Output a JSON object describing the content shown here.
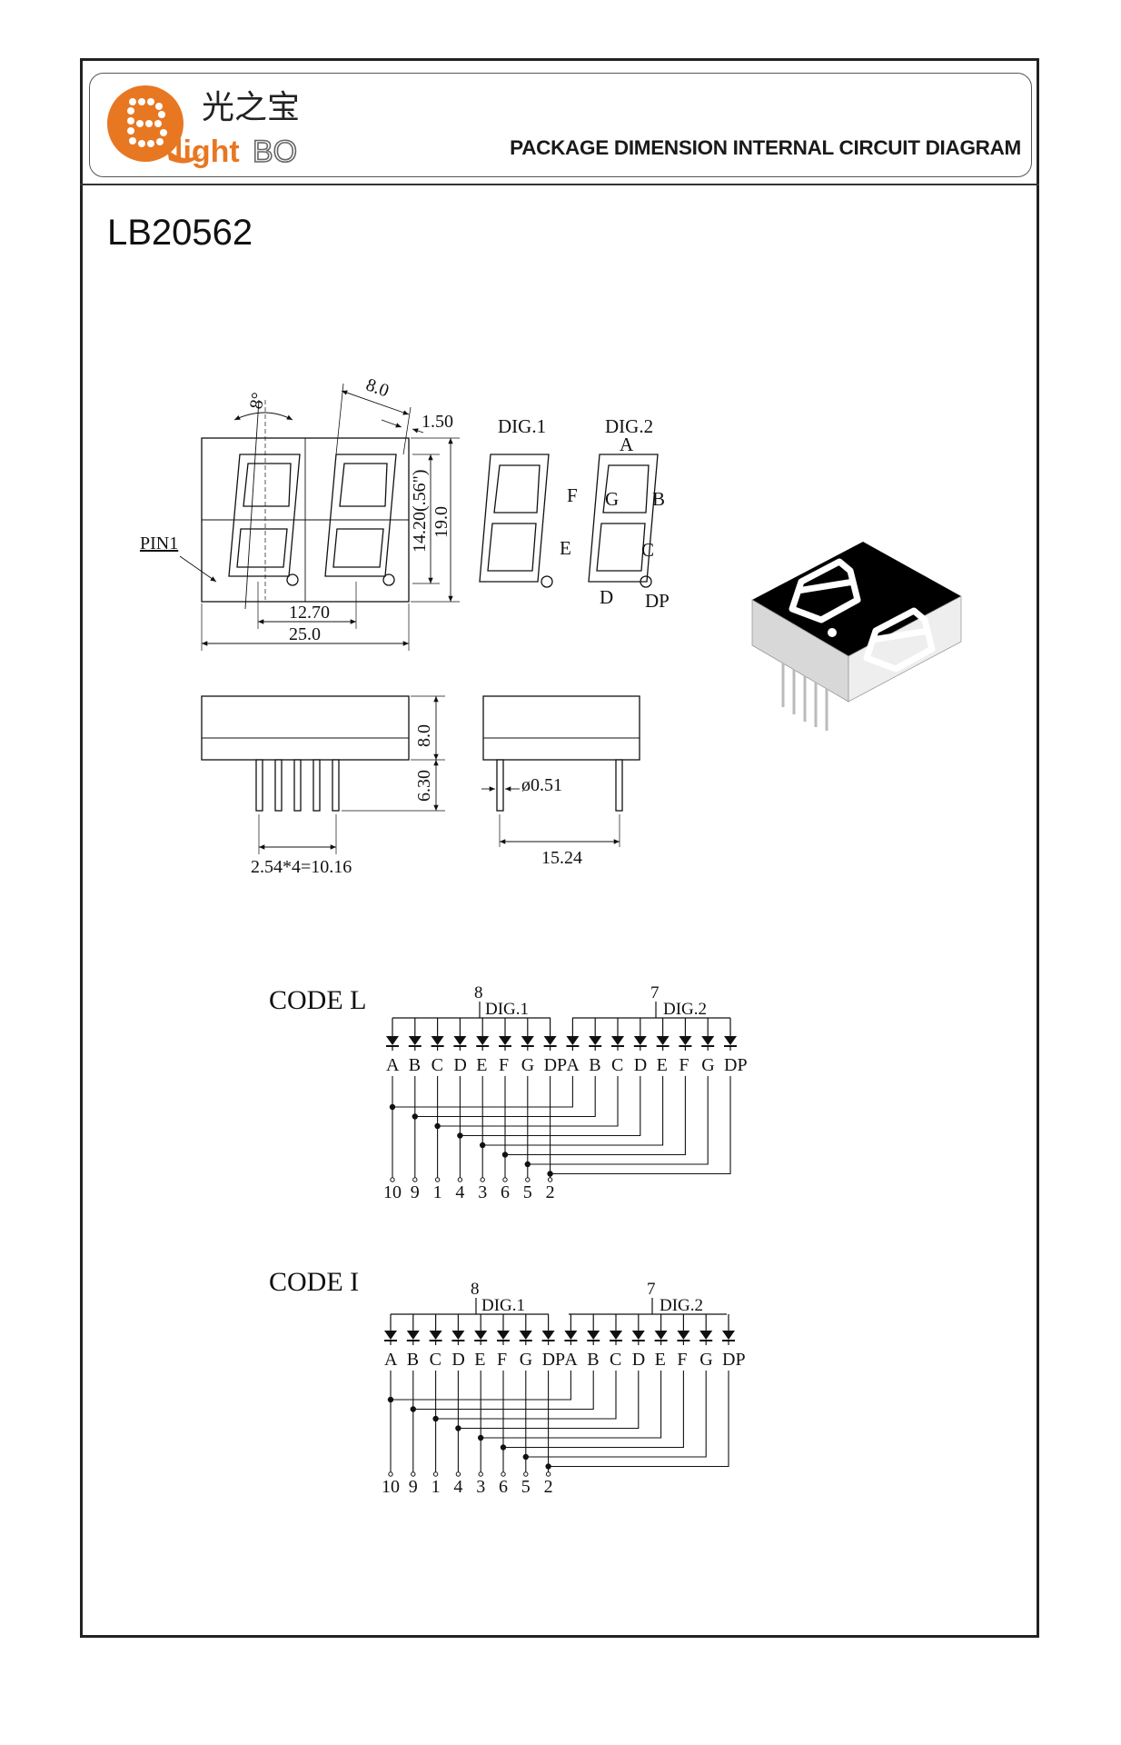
{
  "header": {
    "logo_cn": "光之宝",
    "logo_brand_a": "light",
    "logo_brand_b": "BO",
    "title": "PACKAGE DIMENSION INTERNAL CIRCUIT DIAGRAM"
  },
  "part_number": "LB20562",
  "front_view": {
    "angle": "8°",
    "seg_width": "8.0",
    "dot_gap": "1.50",
    "digit_height": "14.20(.56\")",
    "body_height": "19.0",
    "digit_pitch": "12.70",
    "body_width": "25.0",
    "pin1": "PIN1"
  },
  "segment_map": {
    "dig1": "DIG.1",
    "dig2": "DIG.2",
    "seg_a": "A",
    "seg_b": "B",
    "seg_c": "C",
    "seg_d": "D",
    "seg_e": "E",
    "seg_f": "F",
    "seg_g": "G",
    "seg_dp": "DP"
  },
  "side_views": {
    "body_depth": "8.0",
    "pin_length": "6.30",
    "pin_pitch": "2.54*4=10.16",
    "pin_diameter": "ø0.51",
    "row_spacing": "15.24"
  },
  "circuits": [
    {
      "name": "CODE L",
      "dig1_label": "DIG.1",
      "dig2_label": "DIG.2",
      "dig1_pin": "8",
      "dig2_pin": "7",
      "segment_labels": [
        "A",
        "B",
        "C",
        "D",
        "E",
        "F",
        "G",
        "DP",
        "A",
        "B",
        "C",
        "D",
        "E",
        "F",
        "G",
        "DP"
      ],
      "pins": [
        "10",
        "9",
        "1",
        "4",
        "3",
        "6",
        "5",
        "2"
      ]
    },
    {
      "name": "CODE I",
      "dig1_label": "DIG.1",
      "dig2_label": "DIG.2",
      "dig1_pin": "8",
      "dig2_pin": "7",
      "segment_labels": [
        "A",
        "B",
        "C",
        "D",
        "E",
        "F",
        "G",
        "DP",
        "A",
        "B",
        "C",
        "D",
        "E",
        "F",
        "G",
        "DP"
      ],
      "pins": [
        "10",
        "9",
        "1",
        "4",
        "3",
        "6",
        "5",
        "2"
      ]
    }
  ],
  "colors": {
    "logo_orange": "#e87722",
    "line": "#111111",
    "logo_grey": "#8a8a8a"
  }
}
